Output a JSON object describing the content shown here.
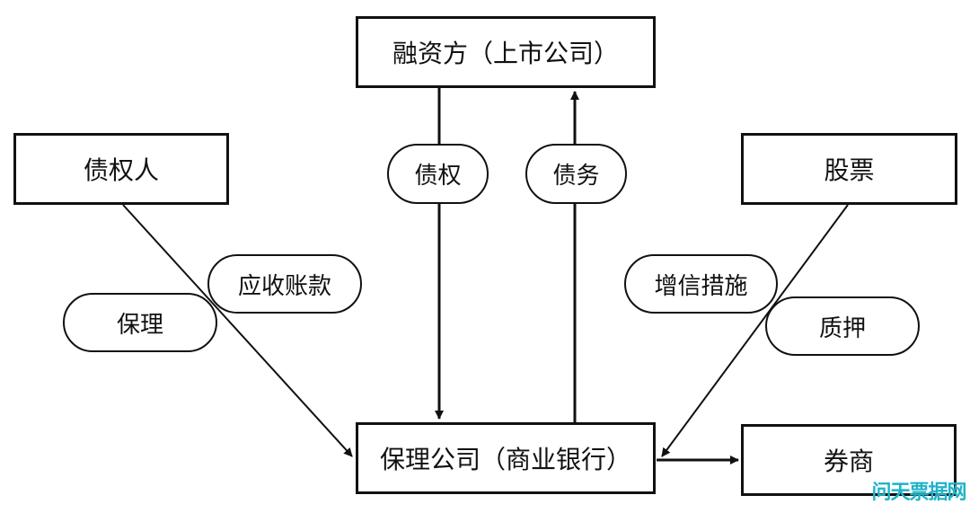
{
  "nodes": {
    "issuer": "融资方（上市公司）",
    "creditor": "债权人",
    "stock": "股票",
    "factoring_company": "保理公司（商业银行）",
    "broker": "券商"
  },
  "labels": {
    "claim": "债权",
    "debt": "债务",
    "receivables": "应收账款",
    "factoring": "保理",
    "credit_enhancement": "增信措施",
    "pledge": "质押"
  },
  "watermark": "问天票据网",
  "colors": {
    "line": "#111111",
    "watermark": "#20b3c9"
  }
}
